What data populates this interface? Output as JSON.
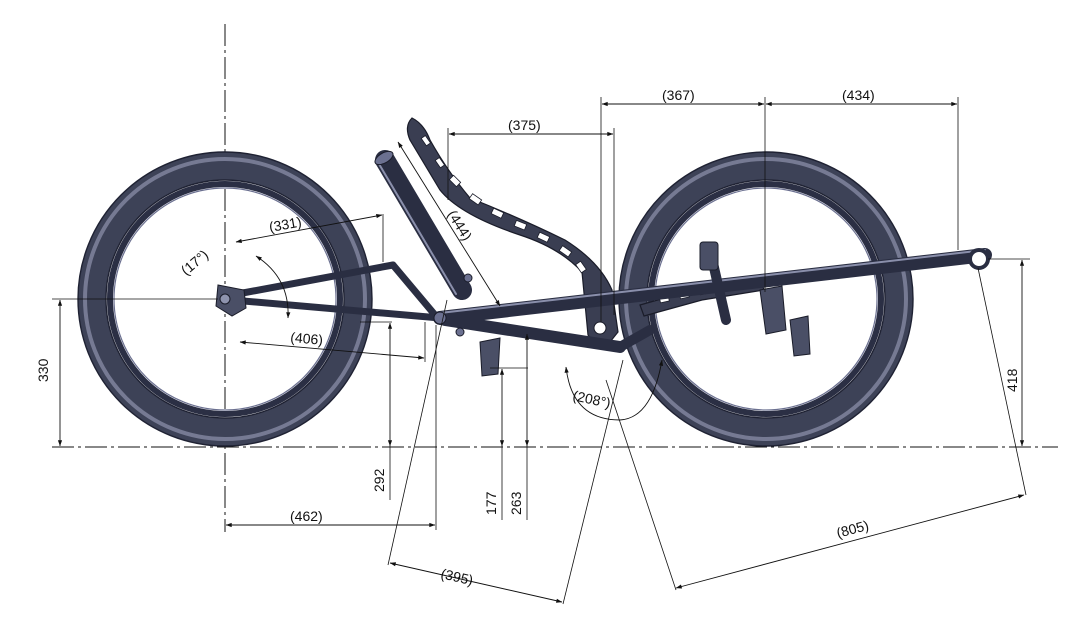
{
  "drawing": {
    "dimensions": {
      "wheelbase": "(805)",
      "rear_axle_to_crank": "(462)",
      "seat_tube_length": "(395)",
      "boom_to_steerer": "(367)",
      "front_extension": "(434)",
      "seat_length": "(444)",
      "seat_to_steerer": "(375)",
      "chainstay_upper": "(331)",
      "chainstay_lower": "(406)",
      "stay_angle": "(17°)",
      "seat_angle": "(208°)",
      "rear_axle_height": "330",
      "bracket_height": "292",
      "front_height": "418",
      "pedal_height_low": "177",
      "pedal_height_high": "263"
    }
  },
  "colors": {
    "frame": "#2a2e42",
    "tire": "#3d4257",
    "highlight": "#8e93ad",
    "line": "#111111"
  }
}
